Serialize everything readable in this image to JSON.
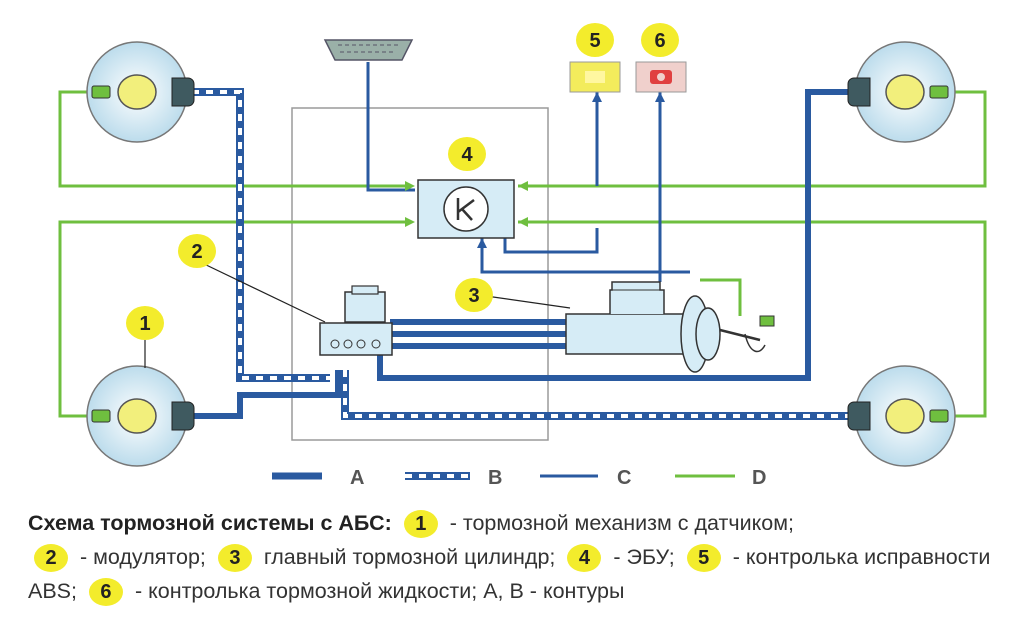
{
  "diagram": {
    "badges": [
      "1",
      "2",
      "3",
      "4",
      "5",
      "6"
    ],
    "legend": [
      {
        "key": "A",
        "style": "thick-blue"
      },
      {
        "key": "B",
        "style": "dashed-blue-white"
      },
      {
        "key": "C",
        "style": "thin-blue"
      },
      {
        "key": "D",
        "style": "green"
      }
    ]
  },
  "caption": {
    "title": "Схема тормозной системы с АБС:",
    "items": [
      {
        "num": "1",
        "text": "- тормозной механизм с датчиком;"
      },
      {
        "num": "2",
        "text": "- модулятор;"
      },
      {
        "num": "3",
        "text": "главный тормозной цилиндр;"
      },
      {
        "num": "4",
        "text": "- ЭБУ;"
      },
      {
        "num": "5",
        "text": "- контролька исправности ABS;"
      },
      {
        "num": "6",
        "text": "- контролька тормозной жидкости; А, В - контуры"
      }
    ]
  },
  "colors": {
    "brake_line": "#2a5aa0",
    "wire_green": "#6fbf3f",
    "badge": "#f3ec2c",
    "disc": "#bcdcec",
    "component": "#d6ecf6"
  }
}
